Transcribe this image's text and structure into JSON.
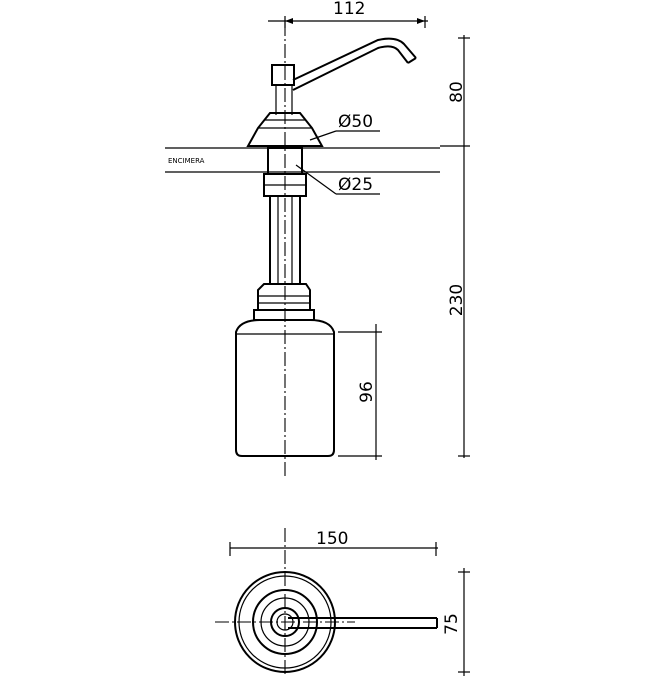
{
  "dimensions": {
    "spout_reach": "112",
    "head_height": "80",
    "flange_diameter": "Ø50",
    "shank_diameter": "Ø25",
    "total_height": "230",
    "bottle_height": "96",
    "plan_width": "150",
    "plan_depth": "75"
  },
  "labels": {
    "worktop": "ENCIMERA"
  }
}
